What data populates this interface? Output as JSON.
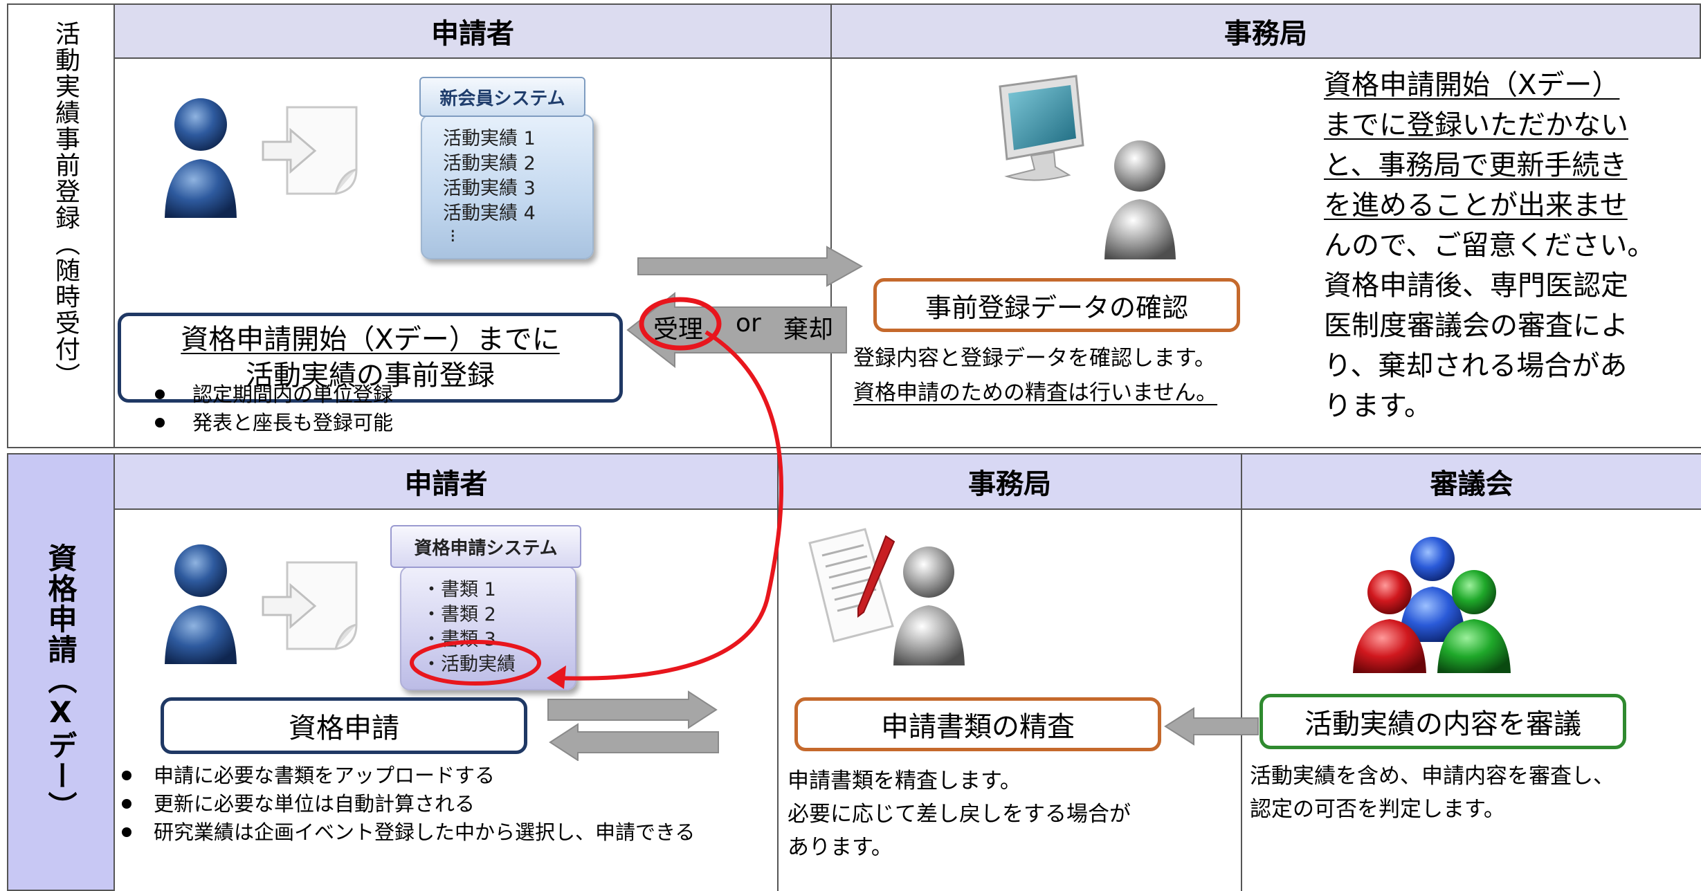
{
  "section1": {
    "side_label": "活動実績事前登録（随時受付）",
    "applicant_header": "申請者",
    "office_header": "事務局",
    "system_title": "新会員システム",
    "system_items": [
      "活動実績 1",
      "活動実績 2",
      "活動実績 3",
      "活動実績 4",
      "⁝"
    ],
    "main_box_line1": "資格申請開始（Xデー）までに",
    "main_box_line2": "活動実績の事前登録",
    "bullets": [
      "認定期間内の単位登録",
      "発表と座長も登録可能"
    ],
    "arrow_label_accept": "受理",
    "arrow_label_or": "or",
    "arrow_label_reject": "棄却",
    "office_box": "事前登録データの確認",
    "office_text1": "登録内容と登録データを確認します。",
    "office_text2": "資格申請のための精査は行いません。",
    "note_lines": [
      "資格申請開始（Xデー）",
      "までに登録いただかない",
      "と、事務局で更新手続き",
      "を進めることが出来ませ",
      "んので、ご留意ください。",
      "資格申請後、専門医認定",
      "医制度審議会の審査によ",
      "り、棄却される場合があ",
      "ります。"
    ]
  },
  "section2": {
    "side_label": "資格申請（Xデー）",
    "applicant_header": "申請者",
    "office_header": "事務局",
    "council_header": "審議会",
    "system_title": "資格申請システム",
    "system_items": [
      "・書類  1",
      "・書類  2",
      "・書類  3",
      "・活動実績"
    ],
    "main_box": "資格申請",
    "bullets": [
      "申請に必要な書類をアップロードする",
      "更新に必要な単位は自動計算される",
      "研究業績は企画イベント登録した中から選択し、申請できる"
    ],
    "office_box": "申請書類の精査",
    "office_text": [
      "申請書類を精査します。",
      "必要に応じて差し戻しをする場合が",
      "あります。"
    ],
    "council_box": "活動実績の内容を審議",
    "council_text": [
      "活動実績を含め、申請内容を審査し、",
      "認定の可否を判定します。"
    ]
  },
  "colors": {
    "header_bg": "#dcdcf0",
    "side_bg": "#c8c8f4",
    "navy_border": "#1f3864",
    "orange_border": "#c5692c",
    "green_border": "#2f8a2f",
    "highlight_red": "#e8161d"
  },
  "icons": [
    "user-icon",
    "document-import-icon",
    "computer-monitor-icon",
    "document-sign-icon",
    "group-icon"
  ]
}
